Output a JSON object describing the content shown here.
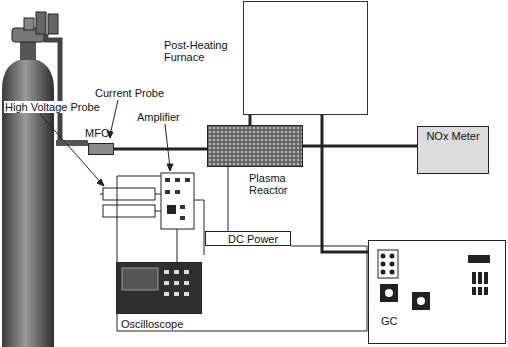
{
  "diagram": {
    "nodes": [
      {
        "text": [
          "Post-Heating Furnace"
        ]
      },
      {
        "text": [
          "MFC"
        ]
      },
      {
        "text": [
          "Plasma Reactor"
        ]
      },
      {
        "text": [
          "NOx Meter"
        ]
      },
      {
        "text": [
          "DC Power"
        ]
      },
      {
        "text": [
          "Oscilloscope"
        ]
      },
      {
        "text": [
          "GC"
        ]
      }
    ],
    "edges": [
      {
        "from": 1,
        "to": 2,
        "arrow": "none"
      },
      {
        "from": 2,
        "to": 0,
        "arrow": "none"
      },
      {
        "from": 2,
        "to": 3,
        "arrow": "none"
      },
      {
        "from": 0,
        "to": 6,
        "arrow": "none"
      },
      {
        "from": 2,
        "to": 4,
        "arrow": "none"
      }
    ],
    "labels": [
      "High Voltage Probe",
      "Current Probe",
      "Amplifier"
    ]
  }
}
